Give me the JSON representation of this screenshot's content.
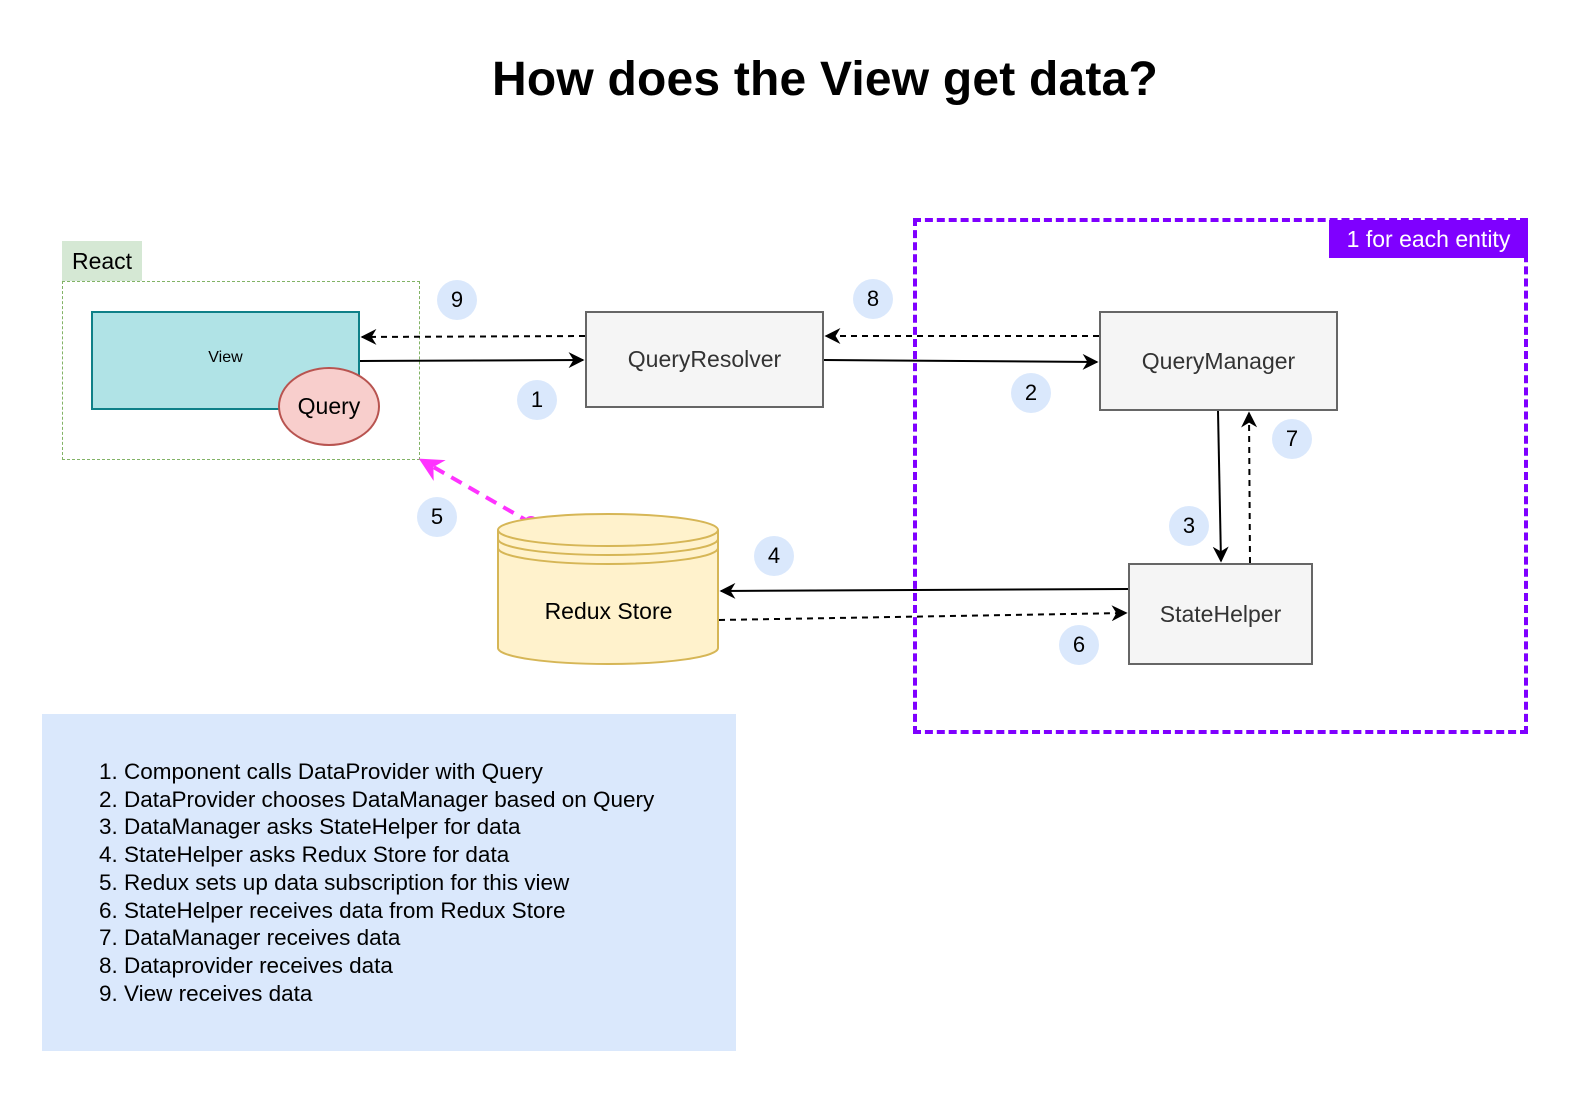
{
  "title": "How does the View get data?",
  "groups": {
    "react_label": "React",
    "entity_label": "1 for each entity"
  },
  "nodes": {
    "view": "View",
    "query": "Query",
    "query_resolver": "QueryResolver",
    "query_manager": "QueryManager",
    "state_helper": "StateHelper",
    "redux_store": "Redux Store"
  },
  "steps": [
    "1",
    "2",
    "3",
    "4",
    "5",
    "6",
    "7",
    "8",
    "9"
  ],
  "notes": [
    "Component calls DataProvider with Query",
    "DataProvider chooses DataManager based on Query",
    "DataManager asks StateHelper for data",
    "StateHelper asks Redux Store for data",
    "Redux sets up data subscription for this view",
    "StateHelper receives data from Redux Store",
    "DataManager receives data",
    "Dataprovider receives data",
    "View receives data"
  ],
  "colors": {
    "view_fill": "#b0e3e6",
    "query_fill": "#f8cecc",
    "store_fill": "#fff2cc",
    "entity_group": "#7f00ff",
    "subscription_arrow": "#ff33ff",
    "badge_fill": "#dae8fc",
    "notes_fill": "#dae8fc",
    "react_label_fill": "#d5e8d4"
  }
}
